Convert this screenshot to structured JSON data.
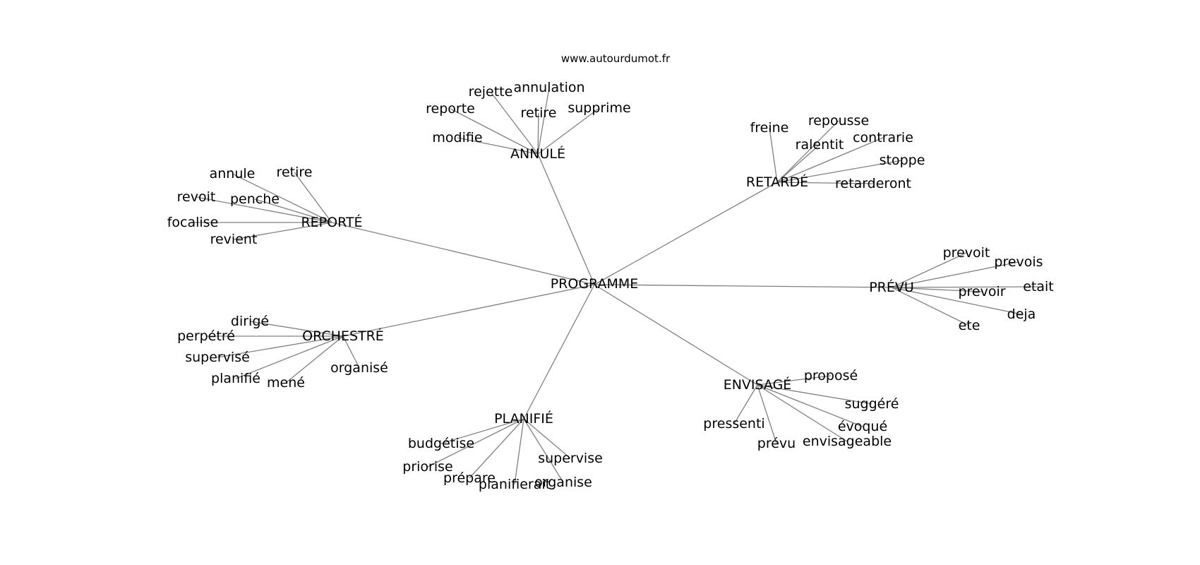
{
  "site": "www.autourdumot.fr",
  "center": "PROGRAMME",
  "edge_color": "#808080",
  "text_color": "#000000",
  "clusters": [
    {
      "label": "ANNULÉ",
      "words": [
        "rejette",
        "annulation",
        "reporte",
        "retire",
        "supprime",
        "modifie"
      ]
    },
    {
      "label": "RETARDÉ",
      "words": [
        "freine",
        "repousse",
        "ralentit",
        "contrarie",
        "stoppe",
        "retarderont"
      ]
    },
    {
      "label": "REPORTÉ",
      "words": [
        "annule",
        "retire",
        "revoit",
        "penche",
        "focalise",
        "revient"
      ]
    },
    {
      "label": "PRÉVU",
      "words": [
        "prevoit",
        "prevois",
        "etait",
        "prevoir",
        "deja",
        "ete"
      ]
    },
    {
      "label": "ORCHESTRÉ",
      "words": [
        "dirigé",
        "perpétré",
        "supervisé",
        "planifié",
        "mené",
        "organisé"
      ]
    },
    {
      "label": "ENVISAGÉ",
      "words": [
        "proposé",
        "suggéré",
        "évoqué",
        "pressenti",
        "envisageable",
        "prévu"
      ]
    },
    {
      "label": "PLANIFIÉ",
      "words": [
        "budgétise",
        "priorise",
        "supervise",
        "prépare",
        "planifierait",
        "organise"
      ]
    }
  ]
}
